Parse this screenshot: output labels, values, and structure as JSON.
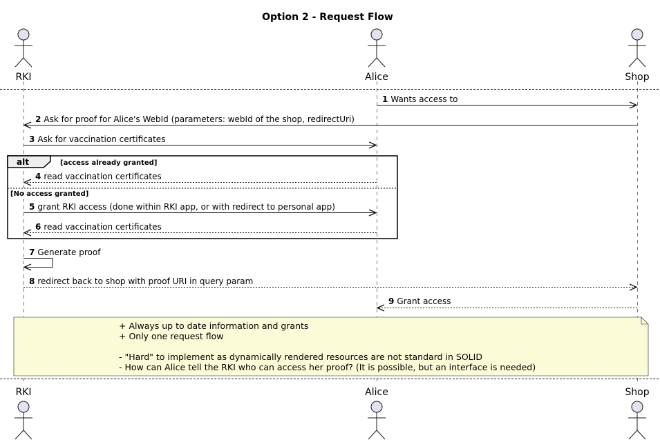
{
  "title": "Option 2 - Request Flow",
  "participants": [
    {
      "id": "rki",
      "label": "RKI"
    },
    {
      "id": "alice",
      "label": "Alice"
    },
    {
      "id": "shop",
      "label": "Shop"
    }
  ],
  "messages": [
    {
      "num": "1",
      "text": "Wants access to",
      "from": "alice",
      "to": "shop",
      "style": "solid"
    },
    {
      "num": "2",
      "text": "Ask for proof for Alice's WebId (parameters: webId of the shop, redirectUri)",
      "from": "shop",
      "to": "rki",
      "style": "solid"
    },
    {
      "num": "3",
      "text": "Ask for vaccination certificates",
      "from": "rki",
      "to": "alice",
      "style": "solid"
    },
    {
      "num": "4",
      "text": "read vaccination certificates",
      "from": "alice",
      "to": "rki",
      "style": "dashed"
    },
    {
      "num": "5",
      "text": "grant RKI access (done within RKI app, or with redirect to personal app)",
      "from": "rki",
      "to": "alice",
      "style": "solid"
    },
    {
      "num": "6",
      "text": "read vaccination certificates",
      "from": "alice",
      "to": "rki",
      "style": "dashed"
    },
    {
      "num": "7",
      "text": "Generate proof",
      "from": "rki",
      "to": "rki",
      "style": "solid"
    },
    {
      "num": "8",
      "text": "redirect back to shop with proof URI in query param",
      "from": "rki",
      "to": "shop",
      "style": "dashed"
    },
    {
      "num": "9",
      "text": "Grant access",
      "from": "shop",
      "to": "alice",
      "style": "dashed"
    }
  ],
  "alt_frame": {
    "label": "alt",
    "guard1": "[access already granted]",
    "guard2": "[No access granted]"
  },
  "note": {
    "lines": [
      "+ Always up to date information and grants",
      "+ Only one request flow",
      "",
      "- \"Hard\" to implement as dynamically rendered resources are not standard in SOLID",
      "- How can Alice tell the RKI who can access her proof? (It is possible, but an interface is needed)"
    ]
  },
  "colors": {
    "actor_fill": "#E2E2F0",
    "note_fill": "#FBFBD8",
    "line": "#181818"
  }
}
